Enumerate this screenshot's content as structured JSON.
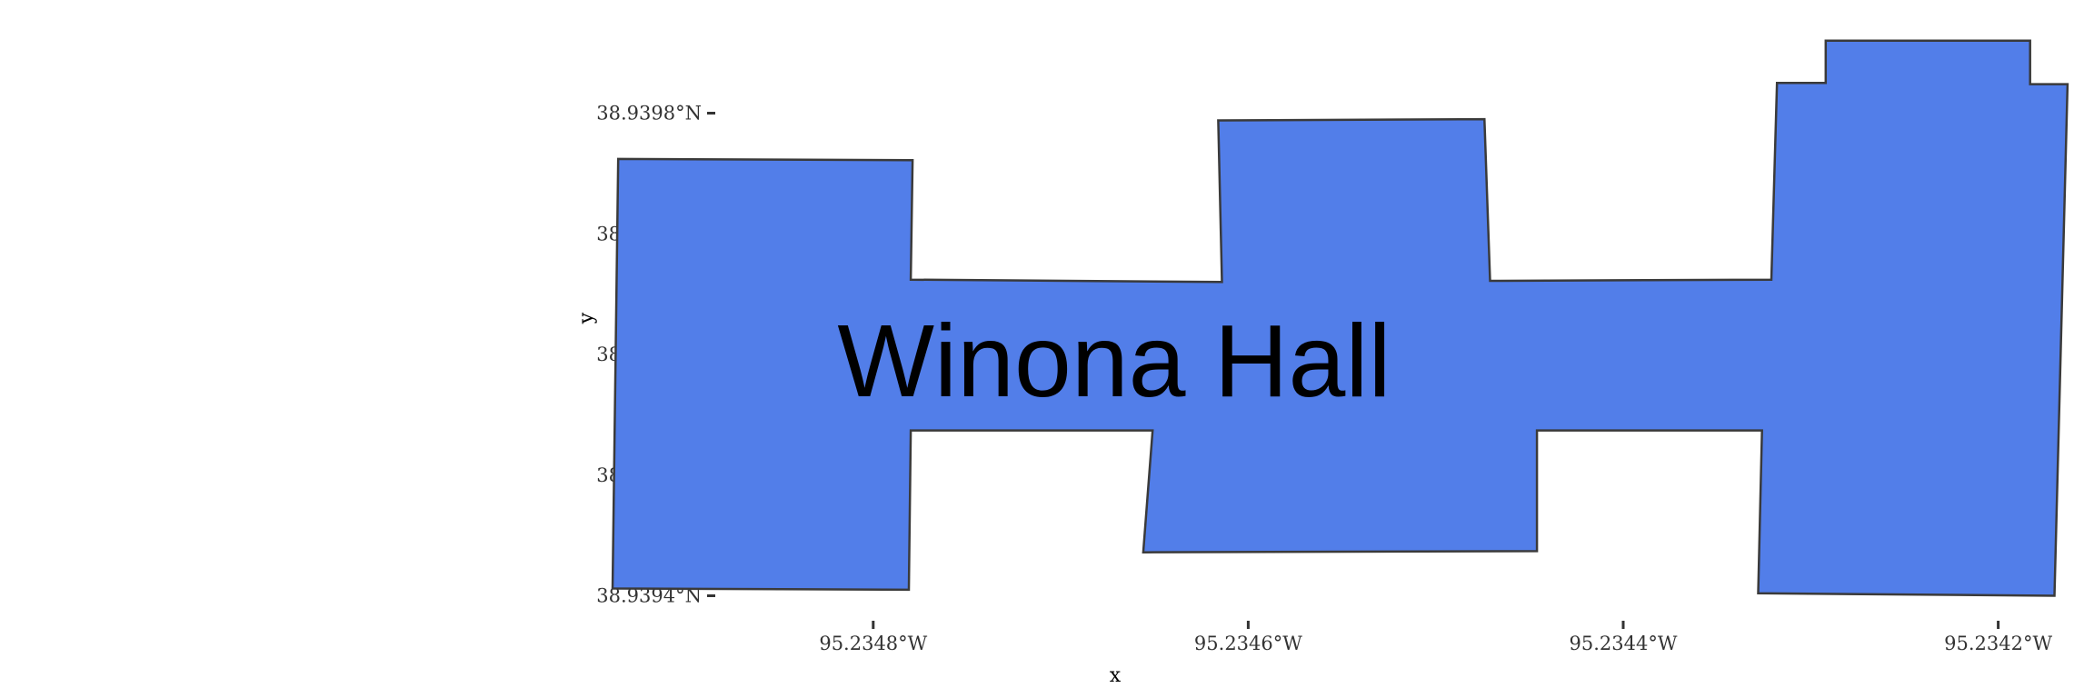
{
  "map": {
    "feature_label": "Winona Hall",
    "fill_color": "#527EE9",
    "stroke_color": "#3A3A3A",
    "axes": {
      "x_title": "x",
      "y_title": "y",
      "x_ticks": [
        {
          "value": -95.2348,
          "label": "95.2348°W"
        },
        {
          "value": -95.2346,
          "label": "95.2346°W"
        },
        {
          "value": -95.2344,
          "label": "95.2344°W"
        },
        {
          "value": -95.2342,
          "label": "95.2342°W"
        }
      ],
      "y_ticks": [
        {
          "value": 38.9398,
          "label": "38.9398°N"
        },
        {
          "value": 38.9397,
          "label": "38.9397°N"
        },
        {
          "value": 38.9396,
          "label": "38.9396°N"
        },
        {
          "value": 38.9395,
          "label": "38.9395°N"
        },
        {
          "value": 38.9394,
          "label": "38.9394°N"
        }
      ]
    },
    "outline_lonlat": [
      [
        -95.234936,
        38.939762
      ],
      [
        -95.234779,
        38.939761
      ],
      [
        -95.23478,
        38.939662
      ],
      [
        -95.234614,
        38.93966
      ],
      [
        -95.234616,
        38.939794
      ],
      [
        -95.234474,
        38.939795
      ],
      [
        -95.234471,
        38.939661
      ],
      [
        -95.234321,
        38.939662
      ],
      [
        -95.234318,
        38.939825
      ],
      [
        -95.234292,
        38.939825
      ],
      [
        -95.234292,
        38.93986
      ],
      [
        -95.234183,
        38.93986
      ],
      [
        -95.234183,
        38.939824
      ],
      [
        -95.234163,
        38.939824
      ],
      [
        -95.23417,
        38.9394
      ],
      [
        -95.234328,
        38.939402
      ],
      [
        -95.234326,
        38.939537
      ],
      [
        -95.234446,
        38.939537
      ],
      [
        -95.234446,
        38.939437
      ],
      [
        -95.234656,
        38.939436
      ],
      [
        -95.234651,
        38.939537
      ],
      [
        -95.23478,
        38.939537
      ],
      [
        -95.234781,
        38.939405
      ],
      [
        -95.234939,
        38.939406
      ]
    ]
  }
}
